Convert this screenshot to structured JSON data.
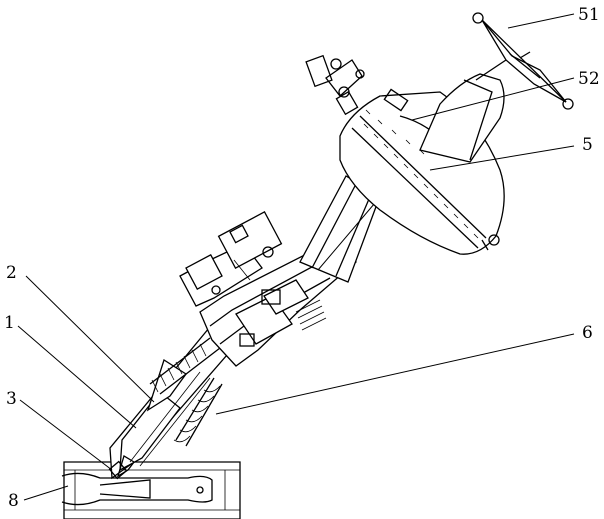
{
  "labels": {
    "l51": "51",
    "l52": "52",
    "l5": "5",
    "l6": "6",
    "l2": "2",
    "l1": "1",
    "l3": "3",
    "l8": "8"
  }
}
